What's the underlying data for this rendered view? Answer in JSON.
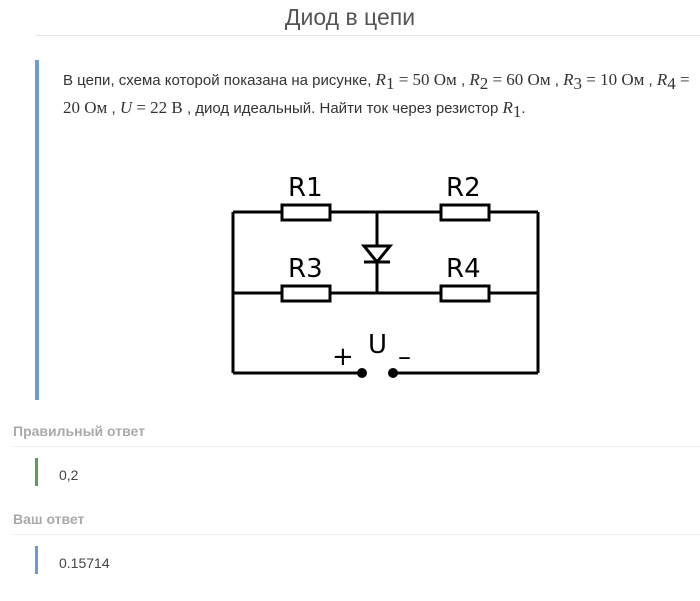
{
  "title": "Диод в цепи",
  "task": {
    "text_1": "В цепи, схема которой показана на рисунке, ",
    "r1": "R",
    "r1_sub": "1",
    "r1_val": " = 50 Ом",
    "r2": "R",
    "r2_sub": "2",
    "r2_val": " = 60 Ом",
    "r3": "R",
    "r3_sub": "3",
    "r3_val": " = 10 Ом",
    "r4": "R",
    "r4_sub": "4",
    "r4_val": " = 20 Ом",
    "u": "U",
    "u_val": " = 22 В",
    "text_2": " , диод идеальный. Найти ток через",
    "text_3": "резистор ",
    "target": "R",
    "target_sub": "1"
  },
  "diagram": {
    "r1": "R1",
    "r2": "R2",
    "r3": "R3",
    "r4": "R4",
    "plus": "+",
    "u": "U",
    "minus": "–"
  },
  "correct": {
    "label": "Правильный ответ",
    "value": "0,2",
    "color": "#5a9e5a"
  },
  "yours": {
    "label": "Ваш ответ",
    "value": "0.15714",
    "color": "#6b9bd1"
  }
}
